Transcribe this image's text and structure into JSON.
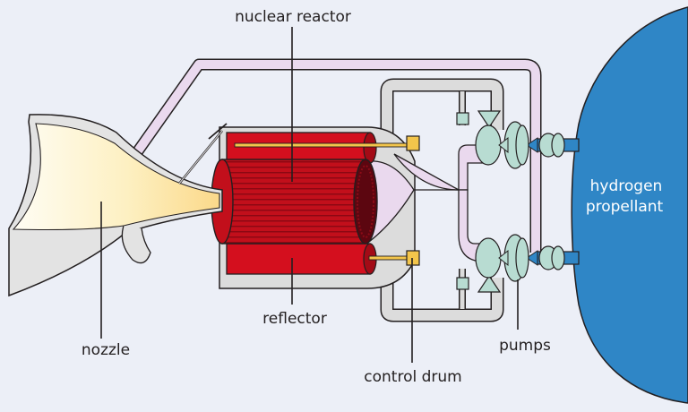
{
  "labels": {
    "nuclear_reactor": "nuclear reactor",
    "reflector": "reflector",
    "nozzle": "nozzle",
    "control_drum": "control drum",
    "pumps": "pumps",
    "tank_line1": "hydrogen",
    "tank_line2": "propellant"
  },
  "colors": {
    "background": "#eceff7",
    "tank": "#2f86c6",
    "reactor_core": "#c80f1c",
    "reflector": "#d40f1e",
    "pipe": "#ead9ee",
    "casing": "#dcdcdc",
    "pump": "#b8dcd2",
    "control_drum": "#f3c54b",
    "nozzle_glow": "#fde9a8"
  }
}
